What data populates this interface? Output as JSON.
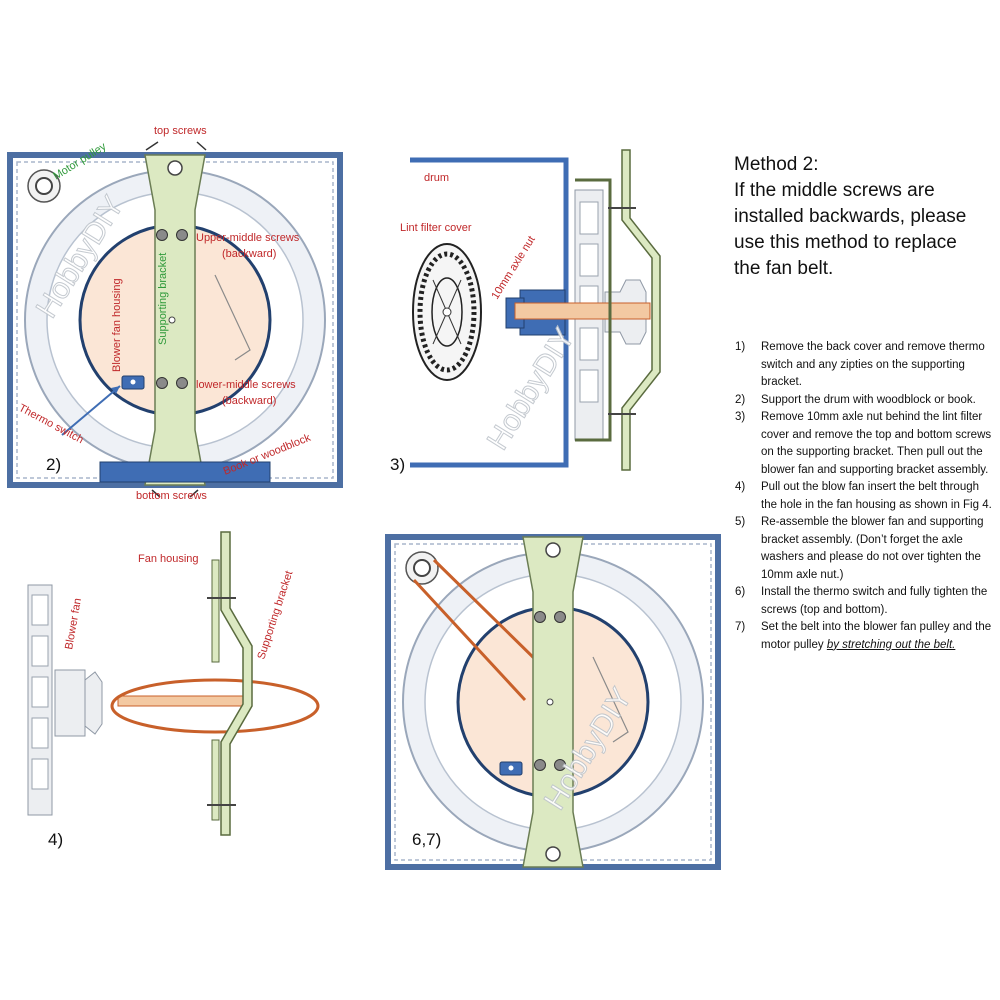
{
  "method": {
    "title": "Method 2:",
    "intro_lines": [
      "If the middle screws are",
      "installed backwards, please",
      "use this method to replace",
      "the fan belt."
    ]
  },
  "steps": [
    {
      "num": "1)",
      "text": "Remove the back cover and remove thermo switch and any zipties on  the  supporting bracket."
    },
    {
      "num": "2)",
      "text": "Support the drum with woodblock or book."
    },
    {
      "num": "3)",
      "text": "Remove 10mm axle nut behind the lint filter cover and  remove the top and bottom screws on the supporting bracket. Then pull out the blower fan and supporting bracket assembly."
    },
    {
      "num": "4)",
      "text": "Pull out the blow fan insert the belt through the hole in the fan housing as shown in Fig 4."
    },
    {
      "num": "5)",
      "text": "Re-assemble the blower fan and supporting bracket  assembly. (Don’t forget the axle  washers and please do not over tighten the 10mm axle nut.)"
    },
    {
      "num": "6)",
      "text": "Install the thermo switch and fully tighten the screws (top and bottom)."
    },
    {
      "num": "7)",
      "text": "Set the belt into the blower fan pulley and the motor pulley ",
      "emphasis": "by stretching out the belt."
    }
  ],
  "figures": {
    "fig2": {
      "number": "2)",
      "labels": {
        "motor_pulley": "Motor pulley",
        "top_screws": "top screws",
        "upper_middle": "Upper-middle screws",
        "upper_middle_note": "(backward)",
        "lower_middle": "lower-middle screws",
        "lower_middle_note": "(backward)",
        "supporting_bracket": "Supporting bracket",
        "blower_fan_housing": "Blower fan housing",
        "thermo_switch": "Thermo switch",
        "book_or_woodblock": "Book or woodblock",
        "bottom_screws": "bottom screws"
      }
    },
    "fig3": {
      "number": "3)",
      "labels": {
        "drum": "drum",
        "lint_filter_cover": "Lint filter cover",
        "axle_nut": "10mm axle nut"
      }
    },
    "fig4": {
      "number": "4)",
      "labels": {
        "fan_housing": "Fan housing",
        "blower_fan": "Blower fan",
        "supporting_bracket": "Supporting bracket"
      }
    },
    "fig67": {
      "number": "6,7)"
    }
  },
  "watermark": "HobbyDIY",
  "colors": {
    "frame": "#4d6fa3",
    "bracket": "#dce9c2",
    "housing": "#fbe6d6",
    "belt": "#c8602a",
    "label_red": "#c0282a",
    "label_green": "#2f9a3a",
    "blue_parts": "#3f6db4"
  }
}
